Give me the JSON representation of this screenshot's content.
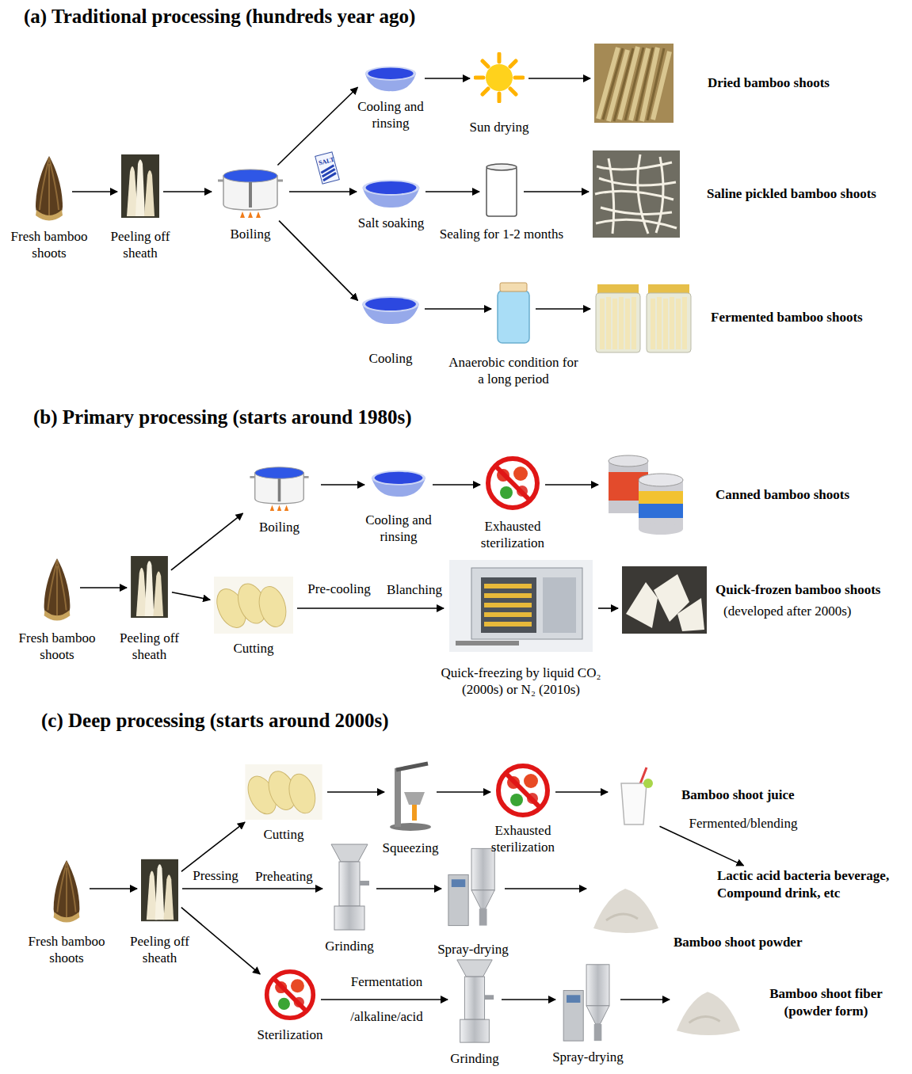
{
  "diagram": {
    "nodes": [
      {
        "text": [
          "Fresh bamboo shoots"
        ]
      },
      {
        "text": [
          "Peeling off sheath"
        ]
      },
      {
        "text": [
          "Boiling"
        ]
      },
      {
        "text": [
          "Cooling and rinsing"
        ]
      },
      {
        "text": [
          "Sun drying"
        ]
      },
      {
        "text": [
          "Dried bamboo shoots"
        ]
      },
      {
        "text": [
          "Salt soaking"
        ]
      },
      {
        "text": [
          "Sealing for 1-2 months"
        ]
      },
      {
        "text": [
          "Saline pickled bamboo shoots"
        ]
      },
      {
        "text": [
          "Cooling"
        ]
      },
      {
        "text": [
          "Anaerobic condition for a long period"
        ]
      },
      {
        "text": [
          "Fermented bamboo shoots"
        ]
      },
      {
        "text": [
          "Fresh bamboo shoots"
        ]
      },
      {
        "text": [
          "Peeling off sheath"
        ]
      },
      {
        "text": [
          "Boiling"
        ]
      },
      {
        "text": [
          "Cooling and rinsing"
        ]
      },
      {
        "text": [
          "Exhausted sterilization"
        ]
      },
      {
        "text": [
          "Canned bamboo shoots"
        ]
      },
      {
        "text": [
          "Cutting"
        ]
      },
      {
        "text": [
          "Quick-freezing by liquid CO₂ (2000s) or N₂ (2010s)"
        ]
      },
      {
        "text": [
          "Quick-frozen bamboo shoots",
          "(developed after 2000s)"
        ]
      },
      {
        "text": [
          "Fresh bamboo shoots"
        ]
      },
      {
        "text": [
          "Peeling off sheath"
        ]
      },
      {
        "text": [
          "Cutting"
        ]
      },
      {
        "text": [
          "Squeezing"
        ]
      },
      {
        "text": [
          "Exhausted sterilization"
        ]
      },
      {
        "text": [
          "Bamboo shoot juice"
        ]
      },
      {
        "text": [
          "Lactic acid bacteria beverage, Compound drink, etc"
        ]
      },
      {
        "text": [
          "Grinding"
        ]
      },
      {
        "text": [
          "Spray-drying"
        ]
      },
      {
        "text": [
          "Bamboo shoot powder"
        ]
      },
      {
        "text": [
          "Sterilization"
        ]
      },
      {
        "text": [
          "Grinding"
        ]
      },
      {
        "text": [
          "Spray-drying"
        ]
      },
      {
        "text": [
          "Bamboo shoot fiber (powder form)"
        ]
      }
    ],
    "edges": [
      {
        "from": 0,
        "to": 1,
        "arrow": "to"
      },
      {
        "from": 1,
        "to": 2,
        "arrow": "to"
      },
      {
        "from": 2,
        "to": 3,
        "arrow": "to"
      },
      {
        "from": 3,
        "to": 4,
        "arrow": "to"
      },
      {
        "from": 4,
        "to": 5,
        "arrow": "to"
      },
      {
        "from": 2,
        "to": 6,
        "arrow": "to"
      },
      {
        "from": 6,
        "to": 7,
        "arrow": "to"
      },
      {
        "from": 7,
        "to": 8,
        "arrow": "to"
      },
      {
        "from": 2,
        "to": 9,
        "arrow": "to"
      },
      {
        "from": 9,
        "to": 10,
        "arrow": "to"
      },
      {
        "from": 10,
        "to": 11,
        "arrow": "to"
      },
      {
        "from": 12,
        "to": 13,
        "arrow": "to"
      },
      {
        "from": 13,
        "to": 14,
        "arrow": "to"
      },
      {
        "from": 14,
        "to": 15,
        "arrow": "to"
      },
      {
        "from": 15,
        "to": 16,
        "arrow": "to"
      },
      {
        "from": 16,
        "to": 17,
        "arrow": "to"
      },
      {
        "from": 13,
        "to": 18,
        "arrow": "to"
      },
      {
        "from": 18,
        "to": 19,
        "label": "Pre-cooling",
        "arrow": "to"
      },
      {
        "from": 19,
        "to": 20,
        "arrow": "to"
      },
      {
        "from": 21,
        "to": 22,
        "arrow": "to"
      },
      {
        "from": 22,
        "to": 23,
        "arrow": "to"
      },
      {
        "from": 23,
        "to": 24,
        "arrow": "to"
      },
      {
        "from": 24,
        "to": 25,
        "arrow": "to"
      },
      {
        "from": 25,
        "to": 26,
        "arrow": "to"
      },
      {
        "from": 26,
        "to": 27,
        "label": "Fermented/blending",
        "arrow": "to"
      },
      {
        "from": 22,
        "to": 28,
        "label": "Pressing",
        "arrow": "to"
      },
      {
        "from": 28,
        "to": 29,
        "arrow": "to"
      },
      {
        "from": 29,
        "to": 30,
        "arrow": "to"
      },
      {
        "from": 22,
        "to": 31,
        "arrow": "to"
      },
      {
        "from": 31,
        "to": 32,
        "label": "Fermentation /alkaline/acid",
        "arrow": "to"
      },
      {
        "from": 32,
        "to": 33,
        "arrow": "to"
      },
      {
        "from": 33,
        "to": 34,
        "arrow": "to"
      }
    ],
    "labels": [
      "(a) Traditional processing (hundreds year ago)",
      "SALT",
      "(b) Primary processing (starts around 1980s)",
      "Blanching",
      "(c) Deep processing (starts around 2000s)",
      "Preheating"
    ]
  }
}
